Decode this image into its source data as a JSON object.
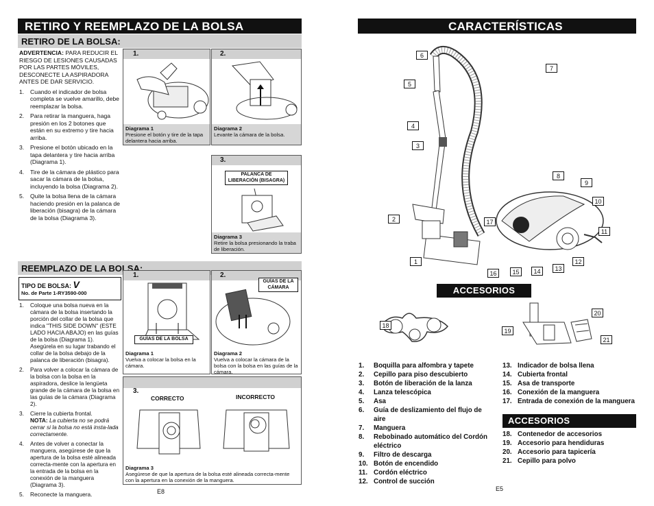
{
  "left": {
    "title": "RETIRO Y REEMPLAZO DE LA BOLSA",
    "removal": {
      "heading": "RETIRO DE LA BOLSA:",
      "warning_label": "ADVERTENCIA:",
      "warning_text": "PARA REDUCIR EL RIESGO DE LESIONES CAUSADAS POR LAS PARTES MÓVILES, DESCONECTE LA ASPIRADORA ANTES DE DAR SERVICIO.",
      "steps": [
        {
          "num": "1.",
          "text": "Cuando el indicador de bolsa completa se vuelve amarillo, debe reemplazar la bolsa."
        },
        {
          "num": "2.",
          "text": "Para retirar la manguera, haga presión en los 2 botones que están en su extremo y tire hacia arriba."
        },
        {
          "num": "3.",
          "text": "Presione el botón ubicado en la tapa delantera y tire hacia arriba (Diagrama 1)."
        },
        {
          "num": "4.",
          "text": "Tire de la cámara de plástico para sacar la cámara de la bolsa, incluyendo la bolsa (Diagrama 2)."
        },
        {
          "num": "5.",
          "text": "Quite la bolsa llena de la cámara haciendo presión en la palanca de liberación (bisagra) de la cámara de la bolsa (Diagrama 3)."
        }
      ],
      "diagrams": [
        {
          "num": "1.",
          "title": "Diagrama 1",
          "caption": "Presione el botón y tire de la tapa delantera hacia arriba."
        },
        {
          "num": "2.",
          "title": "Diagrama 2",
          "caption": "Levante la cámara de la bolsa."
        },
        {
          "num": "3.",
          "title": "Diagrama 3",
          "caption": "Retire la bolsa presionando la traba de liberación.",
          "label": "PALANCA DE LIBERACIÓN (BISAGRA)"
        }
      ]
    },
    "replace": {
      "heading": "REEMPLAZO DE LA BOLSA:",
      "bag_type_label": "TIPO DE BOLSA:",
      "bag_type_value": "V",
      "part_no": "No. de Parte 1-RY3590-000",
      "steps": [
        {
          "num": "1.",
          "text": "Coloque una bolsa nueva en la cámara de la bolsa insertando la porción del collar de la bolsa que indica \"THIS SIDE DOWN\" (ESTE LADO HACIA ABAJO) en las guías de la bolsa (Diagrama 1). Asegúrela en su lugar trabando el collar de la bolsa debajo de la palanca de liberación (bisagra)."
        },
        {
          "num": "2.",
          "text": "Para volver a colocar la cámara de la bolsa con la bolsa en la aspiradora, deslice la lengüeta grande de la cámara de la bolsa en las guías de la cámara (Diagrama 2)."
        },
        {
          "num": "3.",
          "text": "Cierre la cubierta frontal.",
          "note_label": "NOTA:",
          "note": "La cubierta no se podrá cerrar si la bolsa no está insta-lada correctamente."
        },
        {
          "num": "4.",
          "text": "Antes de volver a conectar la manguera, asegúrese de que la apertura de la bolsa esté alineada correcta-mente con la apertura en la entrada de la bolsa en la conexión de la manguera (Diagrama 3)."
        },
        {
          "num": "5.",
          "text": "Reconecte la manguera."
        }
      ],
      "diagrams": [
        {
          "num": "1.",
          "title": "Diagrama 1",
          "caption": "Vuelva a colocar la bolsa en la cámara.",
          "label": "GUÍAS DE LA BOLSA"
        },
        {
          "num": "2.",
          "title": "Diagrama 2",
          "caption": "Vuelva a colocar la cámara de la bolsa con la bolsa en las guías de la cámara.",
          "label": "GUÍAS DE LA CÁMARA"
        },
        {
          "num": "3.",
          "title": "Diagrama 3",
          "caption": "Asegúrese de que la apertura de la bolsa esté alineada correcta-mente con la apertura en la conexión de la manguera.",
          "label_ok": "CORRECTO",
          "label_bad": "INCORRECTO"
        }
      ]
    },
    "page": "E8"
  },
  "right": {
    "title": "CARACTERÍSTICAS",
    "callouts": [
      "1",
      "2",
      "3",
      "4",
      "5",
      "6",
      "7",
      "8",
      "9",
      "10",
      "11",
      "12",
      "13",
      "14",
      "15",
      "16",
      "17"
    ],
    "accessories_heading_1": "ACCESORIOS",
    "accessory_callouts": [
      "18",
      "19",
      "20",
      "21"
    ],
    "features_col1": [
      {
        "n": "1.",
        "t": "Boquilla para alfombra y tapete"
      },
      {
        "n": "2.",
        "t": "Cepillo para piso descubierto"
      },
      {
        "n": "3.",
        "t": "Botón de liberación de la lanza"
      },
      {
        "n": "4.",
        "t": "Lanza telescópica"
      },
      {
        "n": "5.",
        "t": "Asa"
      },
      {
        "n": "6.",
        "t": "Guía de deslizamiento del flujo de aire"
      },
      {
        "n": "7.",
        "t": "Manguera"
      },
      {
        "n": "8.",
        "t": "Rebobinado automático del Cordón eléctrico"
      },
      {
        "n": "9.",
        "t": "Filtro de descarga"
      },
      {
        "n": "10.",
        "t": "Botón de encendido"
      },
      {
        "n": "11.",
        "t": "Cordón eléctrico"
      },
      {
        "n": "12.",
        "t": "Control de succión"
      }
    ],
    "features_col2": [
      {
        "n": "13.",
        "t": "Indicador de bolsa llena"
      },
      {
        "n": "14.",
        "t": "Cubierta frontal"
      },
      {
        "n": "15.",
        "t": "Asa de transporte"
      },
      {
        "n": "16.",
        "t": "Conexión de la manguera"
      },
      {
        "n": "17.",
        "t": "Entrada de conexión de la manguera"
      }
    ],
    "accessories_heading_2": "ACCESORIOS",
    "accessories_list": [
      {
        "n": "18.",
        "t": "Contenedor de accesorios"
      },
      {
        "n": "19.",
        "t": "Accesorio para hendiduras"
      },
      {
        "n": "20.",
        "t": "Accesorio para tapicería"
      },
      {
        "n": "21.",
        "t": "Cepillo para polvo"
      }
    ],
    "page": "E5"
  }
}
